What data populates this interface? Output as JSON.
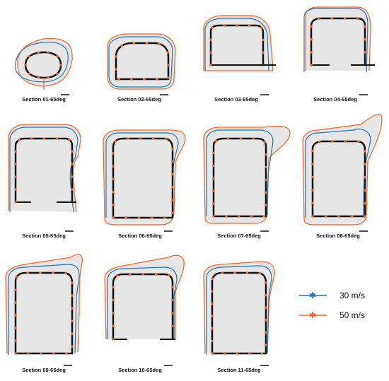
{
  "colors": {
    "structure": "#111111",
    "speed_30": "#1f77b4",
    "speed_50": "#f26522",
    "fill": "#e6e6e6"
  },
  "legend": [
    {
      "label": "30 m/s",
      "color": "#1f77b4"
    },
    {
      "label": "50 m/s",
      "color": "#f26522"
    }
  ],
  "sections": [
    {
      "label": "Section 01-65deg"
    },
    {
      "label": "Section 02-65deg"
    },
    {
      "label": "Section 03-65deg"
    },
    {
      "label": "Section 04-65deg"
    },
    {
      "label": "Section 05-65deg"
    },
    {
      "label": "Section 06-65deg"
    },
    {
      "label": "Section 07-65deg"
    },
    {
      "label": "Section 08-65deg"
    },
    {
      "label": "Section 09-65deg"
    },
    {
      "label": "Section 10-65deg"
    },
    {
      "label": "Section 11-65deg"
    }
  ]
}
